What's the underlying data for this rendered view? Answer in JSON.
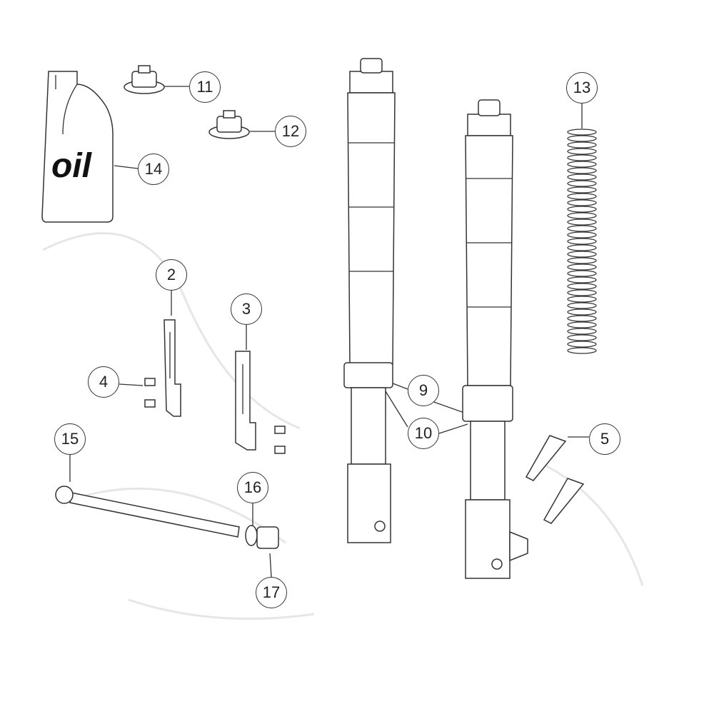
{
  "diagram": {
    "bottle_label": "oil",
    "callouts": {
      "p2": "2",
      "p3": "3",
      "p4": "4",
      "p5": "5",
      "p9": "9",
      "p10": "10",
      "p11": "11",
      "p12": "12",
      "p13": "13",
      "p14": "14",
      "p15": "15",
      "p16": "16",
      "p17": "17"
    }
  }
}
